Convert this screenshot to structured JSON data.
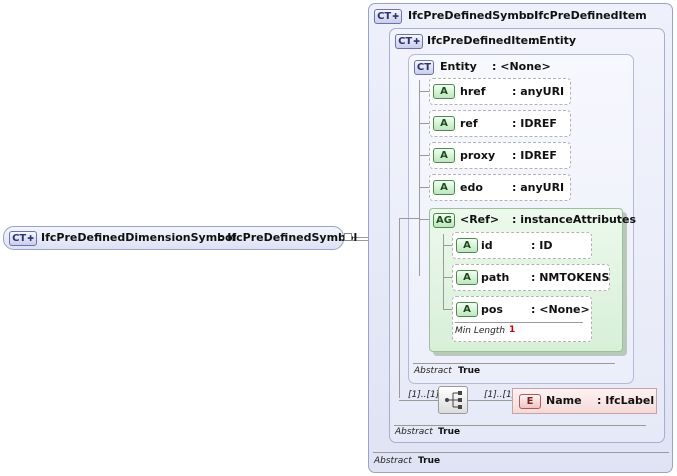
{
  "root": {
    "badge": "CT",
    "name": "IfcPreDefinedDimensionSymbol",
    "type": ": IfcPreDefinedSymbol"
  },
  "outer": {
    "badge": "CT",
    "name": "IfcPreDefinedSymbol",
    "type": ": IfcPreDefinedItem",
    "abstract_label": "Abstract",
    "abstract_value": "True"
  },
  "mid": {
    "badge": "CT",
    "name": "IfcPreDefinedItem",
    "type": ": Entity",
    "abstract_label": "Abstract",
    "abstract_value": "True"
  },
  "entity": {
    "badge": "CT",
    "name": "Entity",
    "type": ": <None>",
    "abstract_label": "Abstract",
    "abstract_value": "True"
  },
  "attributes": [
    {
      "badge": "A",
      "name": "href",
      "type": ": anyURI"
    },
    {
      "badge": "A",
      "name": "ref",
      "type": ": IDREF"
    },
    {
      "badge": "A",
      "name": "proxy",
      "type": ": IDREF"
    },
    {
      "badge": "A",
      "name": "edo",
      "type": ": anyURI"
    }
  ],
  "group": {
    "badge": "AG",
    "name": "<Ref>",
    "type": ": instanceAttributes",
    "attributes": [
      {
        "badge": "A",
        "name": "id",
        "type": ": ID"
      },
      {
        "badge": "A",
        "name": "path",
        "type": ": NMTOKENS"
      },
      {
        "badge": "A",
        "name": "pos",
        "type": ": <None>",
        "facet_label": "Min Length",
        "facet_value": "1"
      }
    ]
  },
  "sequence": {
    "cardinality": "[1]..[1]",
    "element_cardinality": "[1]..[1]"
  },
  "element": {
    "badge": "E",
    "name": "Name",
    "type": ": IfcLabel"
  },
  "colors": {
    "ct_badge": "#c9cdea",
    "attr_badge": "#bfe5bf",
    "group_bg": "#dff3df",
    "element_bg": "#fbe3e3",
    "facet_value": "#d00000"
  }
}
